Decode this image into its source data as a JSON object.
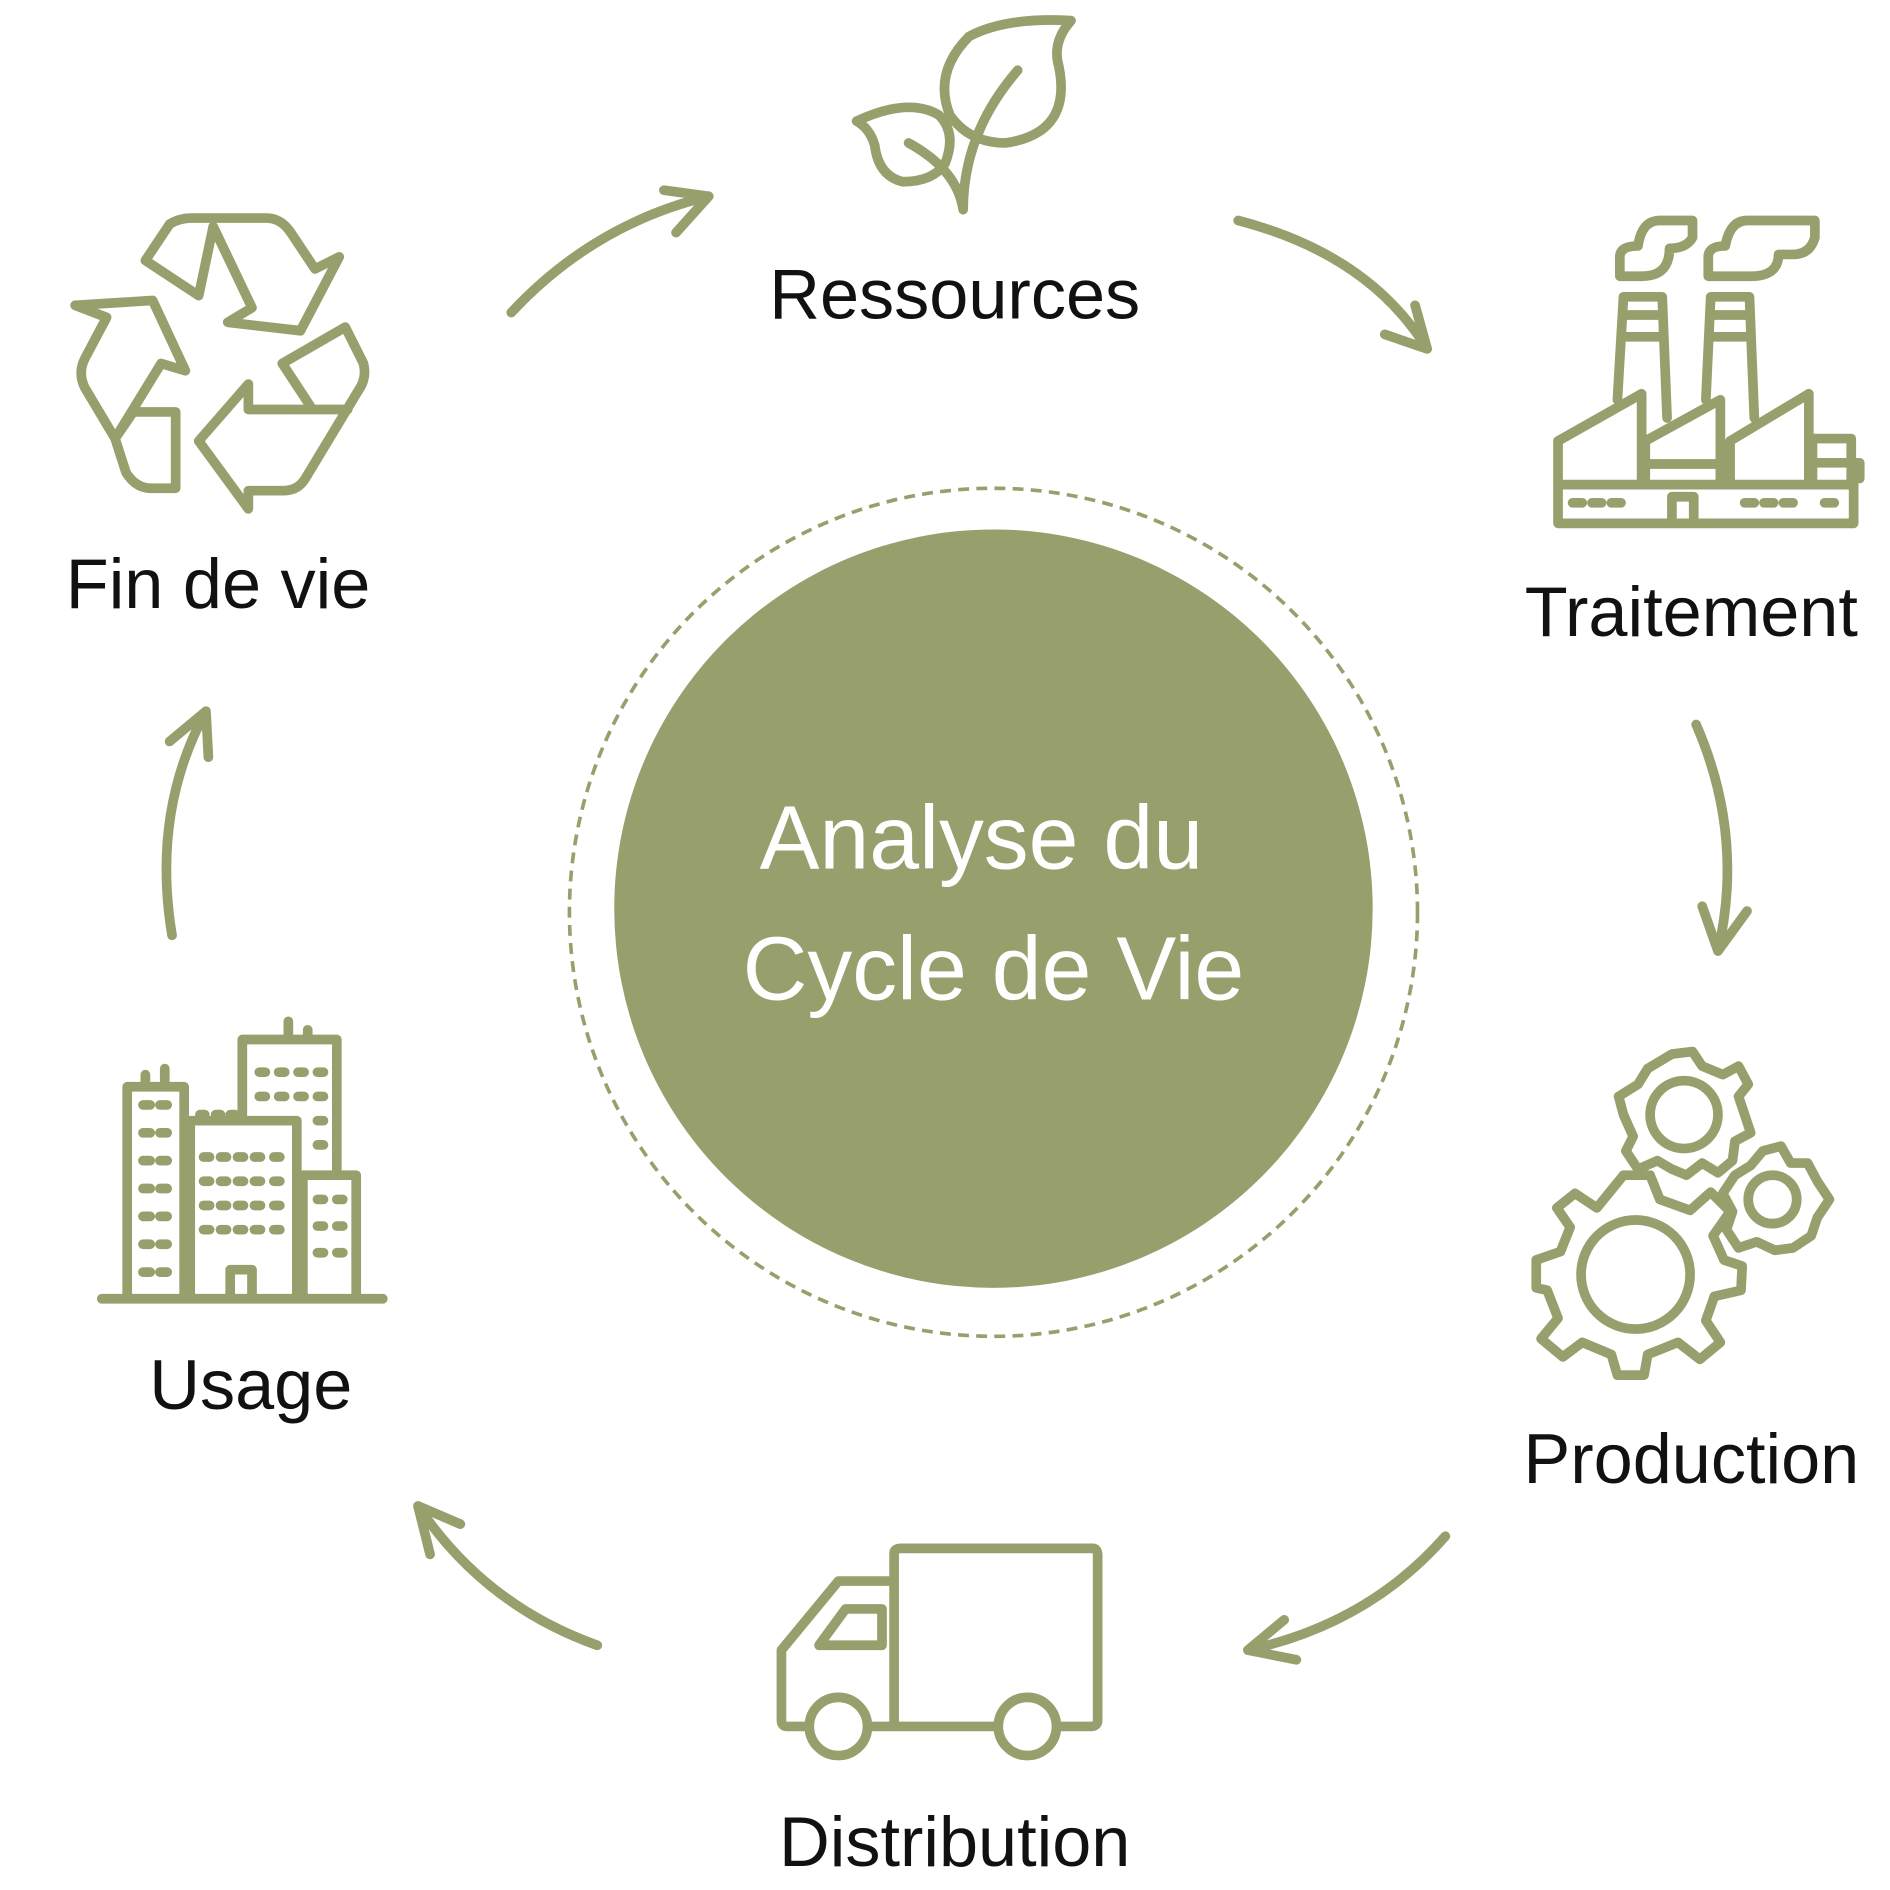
{
  "center": {
    "line1": "Analyse du",
    "line2": "Cycle de Vie"
  },
  "stages": [
    {
      "label": "Ressources",
      "icon": "leaf-icon"
    },
    {
      "label": "Traitement",
      "icon": "factory-icon"
    },
    {
      "label": "Production",
      "icon": "gears-icon"
    },
    {
      "label": "Distribution",
      "icon": "truck-icon"
    },
    {
      "label": "Usage",
      "icon": "buildings-icon"
    },
    {
      "label": "Fin de vie",
      "icon": "recycle-icon"
    }
  ],
  "colors": {
    "accent": "#97a06c",
    "text": "#111111"
  }
}
